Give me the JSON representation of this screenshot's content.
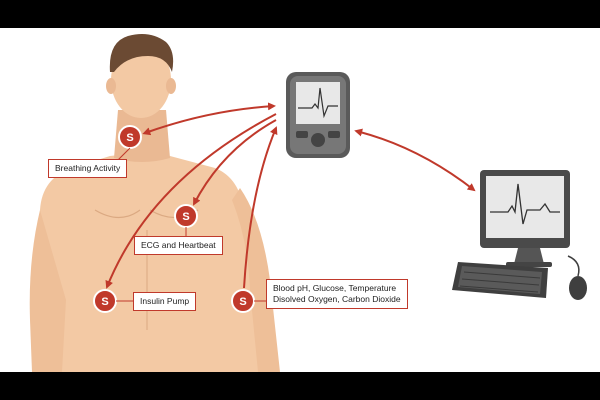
{
  "diagram": {
    "labels": {
      "breathing": "Breathing Activity",
      "ecg": "ECG and Heartbeat",
      "insulin": "Insulin Pump",
      "blood_line1": "Blood pH, Glucose, Temperature",
      "blood_line2": "Disolved Oxygen, Carbon Dioxide"
    },
    "icons": [
      "sensor-icon",
      "pda-icon",
      "computer-monitor-icon",
      "keyboard-icon",
      "mouse-icon"
    ],
    "colors": {
      "background": "#ffffff",
      "frame": "#000000",
      "skin": "#f3c9a4",
      "arrow": "#c0392b",
      "label_border": "#c0392b",
      "device_body": "#5a5a5a",
      "screen": "#e8e8e8"
    }
  }
}
